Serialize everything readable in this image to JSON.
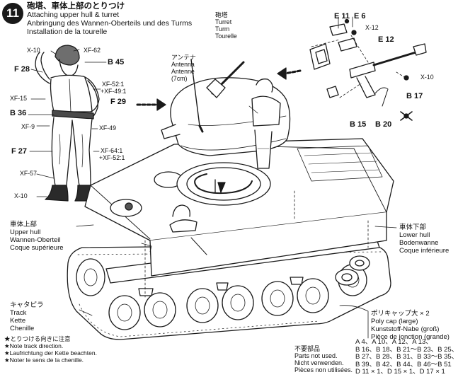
{
  "step": {
    "number": "11",
    "title_jp": "砲塔、車体上部のとりつけ",
    "title_en": "Attaching upper hull & turret",
    "title_de": "Anbringung des Wannen-Oberteils und des Turms",
    "title_fr": "Installation de la tourelle"
  },
  "figure": {
    "labels": {
      "x10_top": "X-10",
      "xf62": "XF-62",
      "f28": "F 28",
      "b45": "B 45",
      "xf15": "XF-15",
      "xf52_49": "XF-52:1",
      "xf52_49b": "+XF-49:1",
      "f29": "F 29",
      "b36": "B 36",
      "xf9": "XF-9",
      "xf49": "XF-49",
      "f27": "F 27",
      "xf64": "XF-64:1",
      "xf52b": "+XF-52:1",
      "xf57": "XF-57",
      "x10_bot": "X-10"
    }
  },
  "turret": {
    "jp": "砲塔",
    "en": "Turret",
    "de": "Turm",
    "fr": "Tourelle"
  },
  "antenna": {
    "jp": "アンテナ",
    "en": "Antenna",
    "de": "Antenne",
    "note": "(7cm)"
  },
  "parts": {
    "e11": "E 11",
    "e6": "E 6",
    "x12": "X-12",
    "e12": "E 12",
    "x10": "X-10",
    "b17": "B 17",
    "b15": "B 15",
    "b20": "B 20"
  },
  "upper_hull": {
    "jp": "車体上部",
    "en": "Upper hull",
    "de": "Wannen-Oberteil",
    "fr": "Coque supérieure"
  },
  "lower_hull": {
    "jp": "車体下部",
    "en": "Lower hull",
    "de": "Bodenwanne",
    "fr": "Coque inférieure"
  },
  "track": {
    "jp": "キャタピラ",
    "en": "Track",
    "de": "Kette",
    "fr": "Chenille"
  },
  "track_note": {
    "jp": "★とりつける向きに注意",
    "en": "★Note track direction.",
    "de": "★Laufrichtung der Kette beachten.",
    "fr": "★Noter le sens de la chenille."
  },
  "poly_cap": {
    "jp": "ポリキャップ大 × 2",
    "en": "Poly cap (large)",
    "de": "Kunststoff-Nabe (groß)",
    "fr": "Pièce de jonction (grande)"
  },
  "unused": {
    "jp": "不要部品",
    "en": "Parts not used.",
    "de": "Nicht verwenden.",
    "fr": "Pièces non utilisées.",
    "list": [
      "A 4、A 10、A 12、A 13、",
      "B 16、B 18、B 21〜B 23、B 25、",
      "B 27、B 28、B 31、B 33〜B 35、",
      "B 39、B 42、B 44、B 46〜B 51",
      "D 11 × 1、D 15 × 1、D 17 × 1"
    ]
  }
}
